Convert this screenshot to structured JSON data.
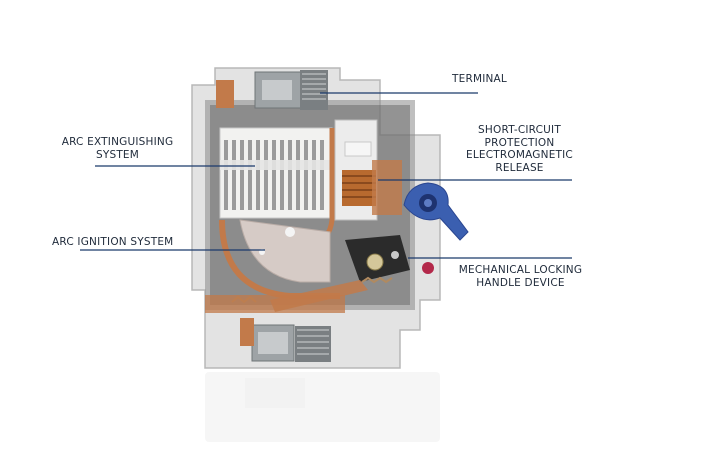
{
  "labels": {
    "terminal": "TERMINAL",
    "arc_extinguishing_line1": "ARC EXTINGUISHING",
    "arc_extinguishing_line2": "SYSTEM",
    "short_circuit_line1": "SHORT-CIRCUIT",
    "short_circuit_line2": "PROTECTION",
    "short_circuit_line3": "ELECTROMAGNETIC",
    "short_circuit_line4": "RELEASE",
    "arc_ignition": "ARC IGNITION SYSTEM",
    "mechanical_line1": "MECHANICAL LOCKING",
    "mechanical_line2": "HANDLE DEVICE"
  },
  "colors": {
    "leader_line": "#1b3a6b",
    "housing": "#d9d9d9",
    "copper": "#c27a4a",
    "handle": "#3b5fb0"
  }
}
